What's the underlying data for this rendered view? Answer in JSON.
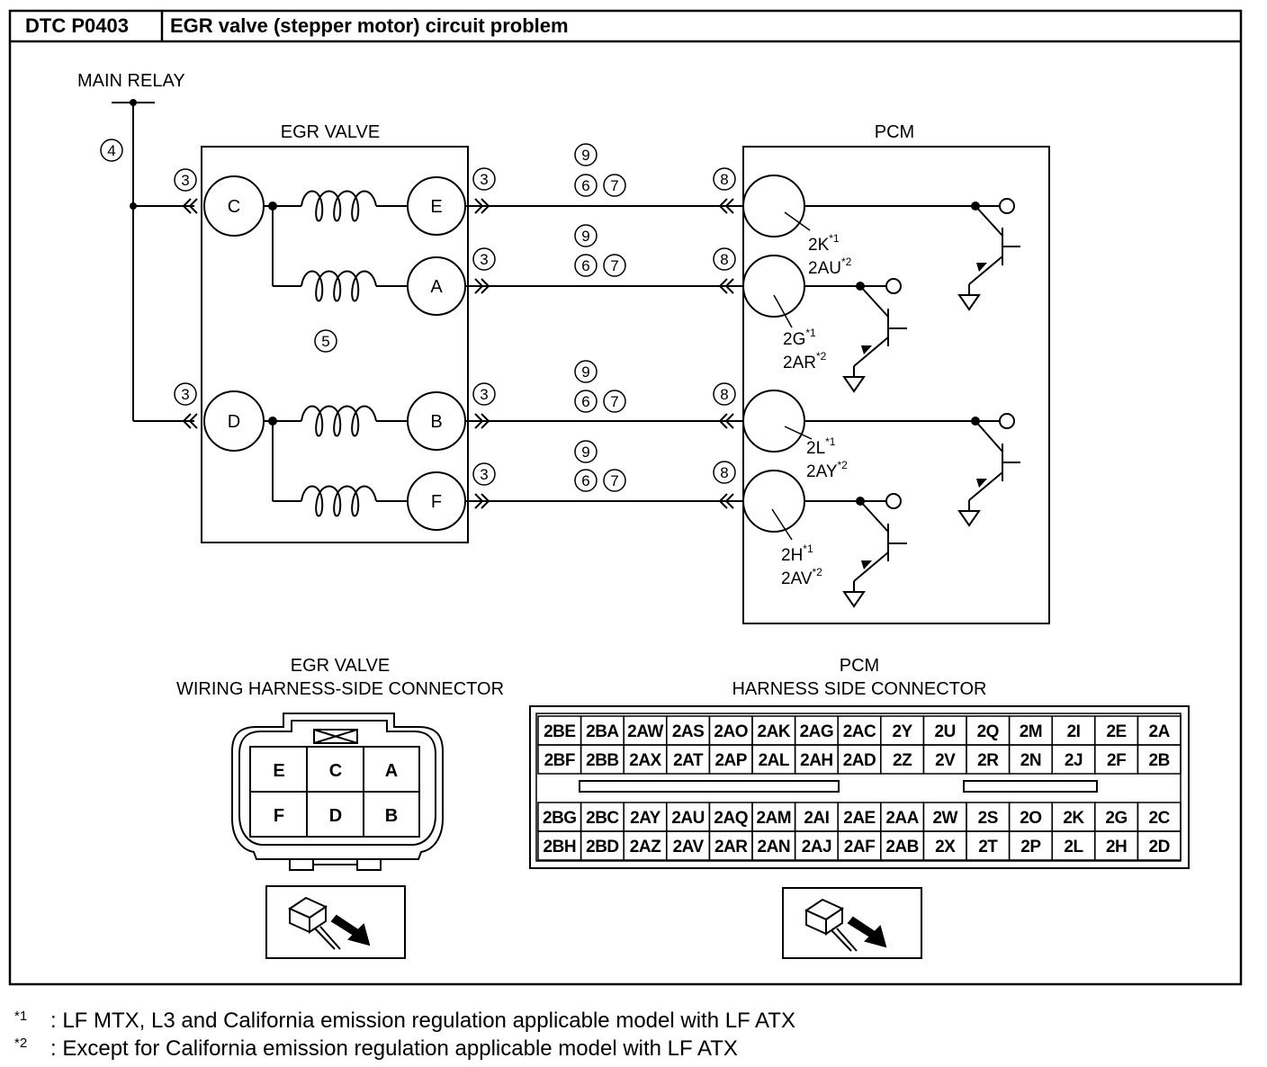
{
  "header": {
    "code": "DTC P0403",
    "title": "EGR valve (stepper motor) circuit problem"
  },
  "diagram": {
    "main_relay": "MAIN RELAY",
    "egr_valve": "EGR VALVE",
    "pcm": "PCM",
    "egr_pins": {
      "C": "C",
      "E": "E",
      "A": "A",
      "D": "D",
      "B": "B",
      "F": "F"
    },
    "markers": {
      "n3": "3",
      "n4": "4",
      "n5": "5",
      "n6": "6",
      "n7": "7",
      "n8": "8",
      "n9": "9"
    },
    "pcm_terminals": [
      {
        "a": "2K",
        "b": "2AU"
      },
      {
        "a": "2G",
        "b": "2AR"
      },
      {
        "a": "2L",
        "b": "2AY"
      },
      {
        "a": "2H",
        "b": "2AV"
      }
    ],
    "sup1": "*1",
    "sup2": "*2"
  },
  "egr_connector": {
    "title1": "EGR VALVE",
    "title2": "WIRING HARNESS-SIDE CONNECTOR",
    "grid": [
      [
        "E",
        "C",
        "A"
      ],
      [
        "F",
        "D",
        "B"
      ]
    ]
  },
  "pcm_connector": {
    "title1": "PCM",
    "title2": "HARNESS SIDE CONNECTOR",
    "top_rows": [
      [
        "2BE",
        "2BA",
        "2AW",
        "2AS",
        "2AO",
        "2AK",
        "2AG",
        "2AC",
        "2Y",
        "2U",
        "2Q",
        "2M",
        "2I",
        "2E",
        "2A"
      ],
      [
        "2BF",
        "2BB",
        "2AX",
        "2AT",
        "2AP",
        "2AL",
        "2AH",
        "2AD",
        "2Z",
        "2V",
        "2R",
        "2N",
        "2J",
        "2F",
        "2B"
      ]
    ],
    "bottom_rows": [
      [
        "2BG",
        "2BC",
        "2AY",
        "2AU",
        "2AQ",
        "2AM",
        "2AI",
        "2AE",
        "2AA",
        "2W",
        "2S",
        "2O",
        "2K",
        "2G",
        "2C"
      ],
      [
        "2BH",
        "2BD",
        "2AZ",
        "2AV",
        "2AR",
        "2AN",
        "2AJ",
        "2AF",
        "2AB",
        "2X",
        "2T",
        "2P",
        "2L",
        "2H",
        "2D"
      ]
    ]
  },
  "footnotes": [
    {
      "mark": "*1",
      "text": ": LF MTX, L3 and California emission regulation applicable model with LF ATX"
    },
    {
      "mark": "*2",
      "text": ": Except for California emission regulation applicable model with LF ATX"
    }
  ]
}
